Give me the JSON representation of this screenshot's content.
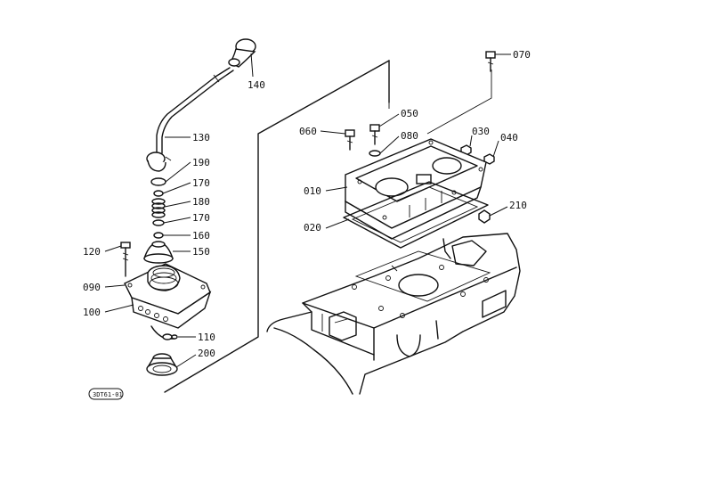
{
  "callouts": [
    {
      "id": "070",
      "text": "070"
    },
    {
      "id": "140",
      "text": "140"
    },
    {
      "id": "130",
      "text": "130"
    },
    {
      "id": "190",
      "text": "190"
    },
    {
      "id": "170a",
      "text": "170"
    },
    {
      "id": "180",
      "text": "180"
    },
    {
      "id": "170b",
      "text": "170"
    },
    {
      "id": "160",
      "text": "160"
    },
    {
      "id": "150",
      "text": "150"
    },
    {
      "id": "120",
      "text": "120"
    },
    {
      "id": "090",
      "text": "090"
    },
    {
      "id": "100",
      "text": "100"
    },
    {
      "id": "110",
      "text": "110"
    },
    {
      "id": "200",
      "text": "200"
    },
    {
      "id": "060",
      "text": "060"
    },
    {
      "id": "050",
      "text": "050"
    },
    {
      "id": "080",
      "text": "080"
    },
    {
      "id": "030",
      "text": "030"
    },
    {
      "id": "040",
      "text": "040"
    },
    {
      "id": "010",
      "text": "010"
    },
    {
      "id": "210",
      "text": "210"
    },
    {
      "id": "020",
      "text": "020"
    }
  ],
  "figure_code": "3DT61-01"
}
